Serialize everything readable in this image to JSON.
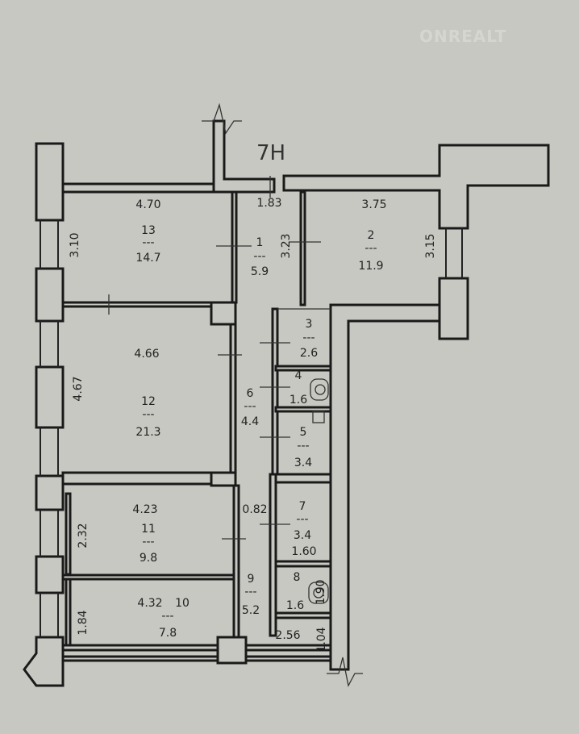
{
  "title": "7Н",
  "watermark": "ONREALT",
  "rooms": [
    {
      "number": "13",
      "sep": "---",
      "area": "14.7"
    },
    {
      "number": "1",
      "sep": "---",
      "area": "5.9"
    },
    {
      "number": "2",
      "sep": "---",
      "area": "11.9"
    },
    {
      "number": "3",
      "sep": "---",
      "area": "2.6"
    },
    {
      "number": "4",
      "sep": "",
      "area": "1.6"
    },
    {
      "number": "5",
      "sep": "---",
      "area": "3.4"
    },
    {
      "number": "6",
      "sep": "---",
      "area": "4.4"
    },
    {
      "number": "12",
      "sep": "---",
      "area": "21.3"
    },
    {
      "number": "11",
      "sep": "---",
      "area": "9.8"
    },
    {
      "number": "7",
      "sep": "---",
      "area": "3.4"
    },
    {
      "number": "8",
      "sep": "",
      "area": "1.6"
    },
    {
      "number": "9",
      "sep": "---",
      "area": "5.2"
    },
    {
      "number": "10",
      "sep": "---",
      "area": "7.8"
    }
  ],
  "dimensions": {
    "d470": "4.70",
    "d183": "1.83",
    "d375": "3.75",
    "d310": "3.10",
    "d323": "3.23",
    "d315": "3.15",
    "d466": "4.66",
    "d467": "4.67",
    "d423": "4.23",
    "d082": "0.82",
    "d232": "2.32",
    "d160": "1.60",
    "d190": "1.90",
    "d432": "4.32",
    "d184": "1.84",
    "d256": "2.56",
    "d104": "1.04"
  }
}
